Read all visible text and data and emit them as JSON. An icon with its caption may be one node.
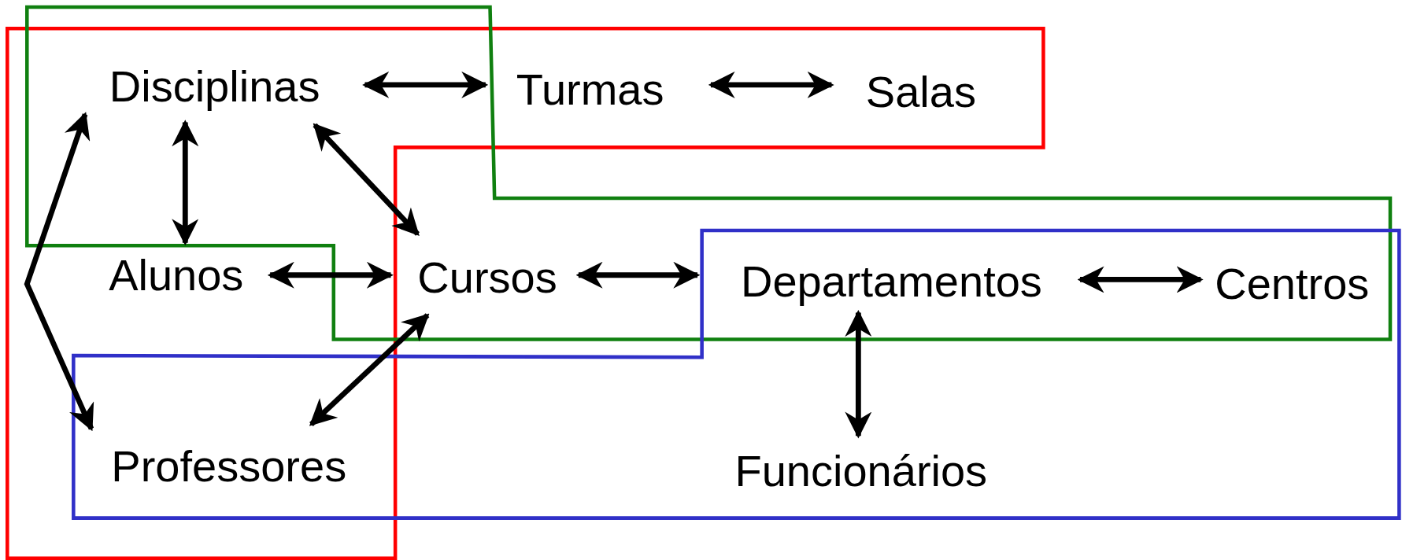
{
  "diagram": {
    "nodes": [
      {
        "text": [
          "Disciplinas"
        ]
      },
      {
        "text": [
          "Turmas"
        ]
      },
      {
        "text": [
          "Salas"
        ]
      },
      {
        "text": [
          "Alunos"
        ]
      },
      {
        "text": [
          "Cursos"
        ]
      },
      {
        "text": [
          "Departamentos"
        ]
      },
      {
        "text": [
          "Centros"
        ]
      },
      {
        "text": [
          "Professores"
        ]
      },
      {
        "text": [
          "Funcionários"
        ]
      }
    ],
    "edges": [
      {
        "from": 0,
        "to": 1,
        "arrow": "both"
      },
      {
        "from": 1,
        "to": 2,
        "arrow": "both"
      },
      {
        "from": 0,
        "to": 3,
        "arrow": "both"
      },
      {
        "from": 0,
        "to": 4,
        "arrow": "both"
      },
      {
        "from": 0,
        "to": 7,
        "arrow": "both"
      },
      {
        "from": 3,
        "to": 4,
        "arrow": "both"
      },
      {
        "from": 4,
        "to": 5,
        "arrow": "both"
      },
      {
        "from": 5,
        "to": 6,
        "arrow": "both"
      },
      {
        "from": 4,
        "to": 7,
        "arrow": "both"
      },
      {
        "from": 5,
        "to": 8,
        "arrow": "both"
      }
    ]
  }
}
